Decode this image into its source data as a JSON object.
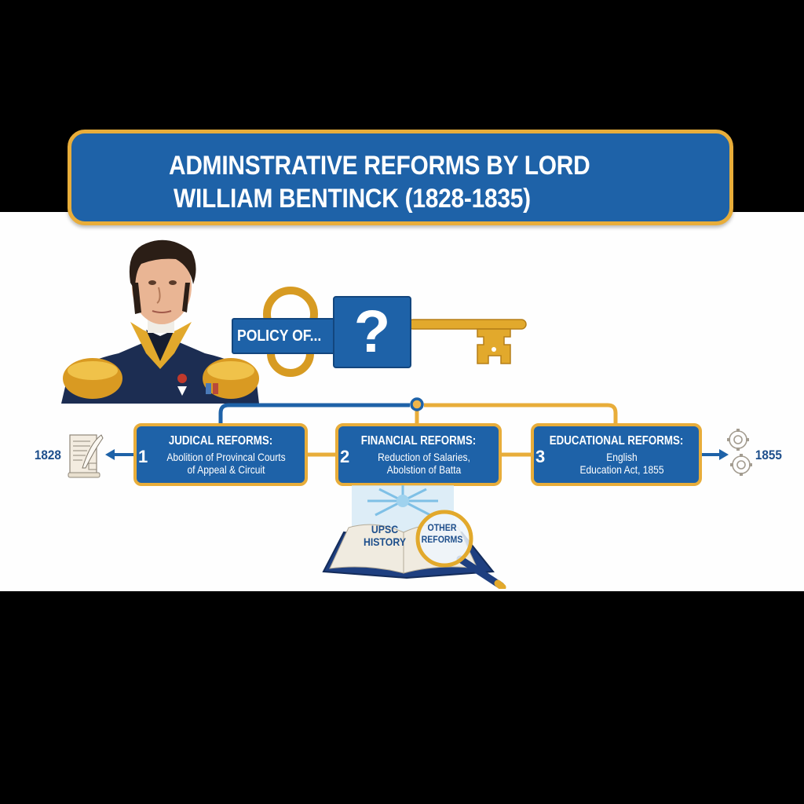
{
  "title": {
    "line1": "ADMINSTRATIVE REFORMS BY LORD",
    "line2": "WILLIAM BENTINCK (1828-1835)"
  },
  "portrait": {
    "subject": "Lord William Bentinck in military uniform"
  },
  "key": {
    "label": "POLICY OF...",
    "symbol": "?"
  },
  "timeline": {
    "start_year": "1828",
    "end_year": "1855",
    "start_icon": "scroll-quill-icon",
    "end_icon": "gears-icon"
  },
  "reforms": [
    {
      "number": "1",
      "title": "JUDICAL REFORMS:",
      "desc_line1": "Abolition of Provincal Courts",
      "desc_line2": "of Appeal & Circuit"
    },
    {
      "number": "2",
      "title": "FINANCIAL REFORMS:",
      "desc_line1": "Reduction of Salaries,",
      "desc_line2": "Abolstion of Batta"
    },
    {
      "number": "3",
      "title": "EDUCATIONAL REFORMS:",
      "desc_line1": "English",
      "desc_line2": "Education Act, 1855"
    }
  ],
  "book": {
    "left_page_line1": "UPSC",
    "left_page_line2": "HISTORY",
    "magnifier_line1": "OTHER",
    "magnifier_line2": "REFORMS"
  },
  "colors": {
    "primary_blue": "#1e62a8",
    "gold": "#e8ad3a",
    "dark_blue": "#1e4f8c",
    "background": "#000000",
    "canvas": "#fefefe"
  }
}
